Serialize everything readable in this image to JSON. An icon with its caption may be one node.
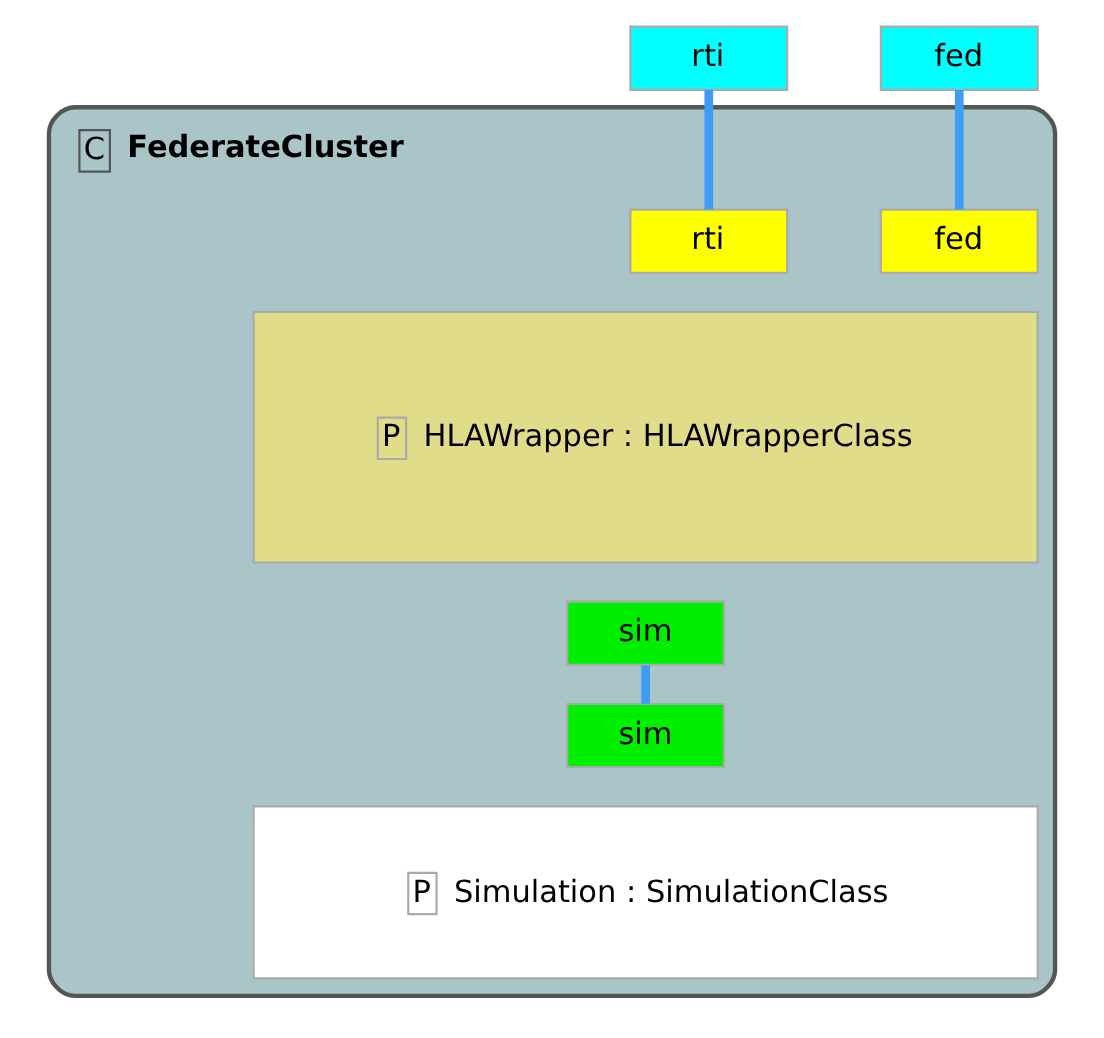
{
  "diagram": {
    "nodes": [
      {
        "text": [
          "C",
          "FederateCluster"
        ]
      },
      {
        "text": [
          "rti"
        ]
      },
      {
        "text": [
          "fed"
        ]
      },
      {
        "text": [
          "P",
          "HLAWrapper : HLAWrapperClass"
        ],
        "in": 0
      },
      {
        "text": [
          "rti"
        ],
        "in": 0
      },
      {
        "text": [
          "fed"
        ],
        "in": 0
      },
      {
        "text": [
          "sim"
        ],
        "in": 0
      },
      {
        "text": [
          "sim"
        ],
        "in": 0
      },
      {
        "text": [
          "P",
          "Simulation : SimulationClass"
        ],
        "in": 0
      }
    ],
    "edges": [
      {
        "from": 1,
        "to": 4,
        "arrow": "none"
      },
      {
        "from": 2,
        "to": 5,
        "arrow": "none"
      },
      {
        "from": 6,
        "to": 7,
        "arrow": "none"
      }
    ]
  }
}
